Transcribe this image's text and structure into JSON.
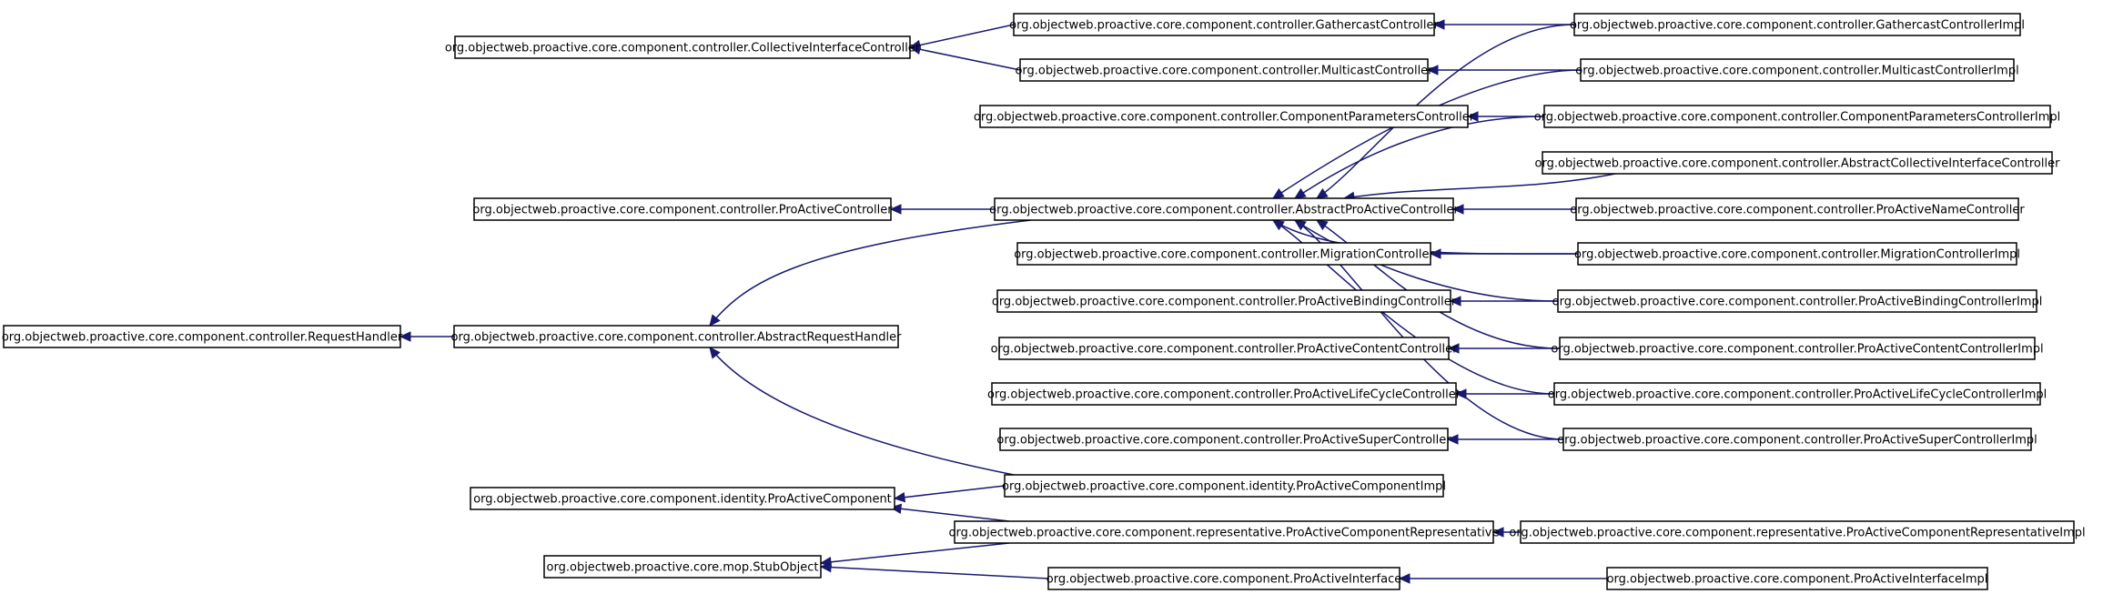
{
  "diagram": {
    "nodes": [
      {
        "id": "request_handler",
        "label": "org.objectweb.proactive.core.component.controller.RequestHandler"
      },
      {
        "id": "abstract_request_handler",
        "label": "org.objectweb.proactive.core.component.controller.AbstractRequestHandler"
      },
      {
        "id": "collective_interface_controller",
        "label": "org.objectweb.proactive.core.component.controller.CollectiveInterfaceController"
      },
      {
        "id": "proactive_controller",
        "label": "org.objectweb.proactive.core.component.controller.ProActiveController"
      },
      {
        "id": "proactive_component",
        "label": "org.objectweb.proactive.core.component.identity.ProActiveComponent"
      },
      {
        "id": "stub_object",
        "label": "org.objectweb.proactive.core.mop.StubObject"
      },
      {
        "id": "gathercast_controller",
        "label": "org.objectweb.proactive.core.component.controller.GathercastController"
      },
      {
        "id": "multicast_controller",
        "label": "org.objectweb.proactive.core.component.controller.MulticastController"
      },
      {
        "id": "component_parameters_controller",
        "label": "org.objectweb.proactive.core.component.controller.ComponentParametersController"
      },
      {
        "id": "abstract_proactive_controller",
        "label": "org.objectweb.proactive.core.component.controller.AbstractProActiveController"
      },
      {
        "id": "migration_controller",
        "label": "org.objectweb.proactive.core.component.controller.MigrationController"
      },
      {
        "id": "proactive_binding_controller",
        "label": "org.objectweb.proactive.core.component.controller.ProActiveBindingController"
      },
      {
        "id": "proactive_content_controller",
        "label": "org.objectweb.proactive.core.component.controller.ProActiveContentController"
      },
      {
        "id": "proactive_lifecycle_controller",
        "label": "org.objectweb.proactive.core.component.controller.ProActiveLifeCycleController"
      },
      {
        "id": "proactive_super_controller",
        "label": "org.objectweb.proactive.core.component.controller.ProActiveSuperController"
      },
      {
        "id": "proactive_component_impl",
        "label": "org.objectweb.proactive.core.component.identity.ProActiveComponentImpl"
      },
      {
        "id": "proactive_component_representative",
        "label": "org.objectweb.proactive.core.component.representative.ProActiveComponentRepresentative"
      },
      {
        "id": "proactive_interface",
        "label": "org.objectweb.proactive.core.component.ProActiveInterface"
      },
      {
        "id": "gathercast_controller_impl",
        "label": "org.objectweb.proactive.core.component.controller.GathercastControllerImpl"
      },
      {
        "id": "multicast_controller_impl",
        "label": "org.objectweb.proactive.core.component.controller.MulticastControllerImpl"
      },
      {
        "id": "component_parameters_controller_impl",
        "label": "org.objectweb.proactive.core.component.controller.ComponentParametersControllerImpl"
      },
      {
        "id": "abstract_collective_interface_controller",
        "label": "org.objectweb.proactive.core.component.controller.AbstractCollectiveInterfaceController"
      },
      {
        "id": "proactive_name_controller",
        "label": "org.objectweb.proactive.core.component.controller.ProActiveNameController"
      },
      {
        "id": "migration_controller_impl",
        "label": "org.objectweb.proactive.core.component.controller.MigrationControllerImpl"
      },
      {
        "id": "proactive_binding_controller_impl",
        "label": "org.objectweb.proactive.core.component.controller.ProActiveBindingControllerImpl"
      },
      {
        "id": "proactive_content_controller_impl",
        "label": "org.objectweb.proactive.core.component.controller.ProActiveContentControllerImpl"
      },
      {
        "id": "proactive_lifecycle_controller_impl",
        "label": "org.objectweb.proactive.core.component.controller.ProActiveLifeCycleControllerImpl"
      },
      {
        "id": "proactive_super_controller_impl",
        "label": "org.objectweb.proactive.core.component.controller.ProActiveSuperControllerImpl"
      },
      {
        "id": "proactive_component_representative_impl",
        "label": "org.objectweb.proactive.core.component.representative.ProActiveComponentRepresentativeImpl"
      },
      {
        "id": "proactive_interface_impl",
        "label": "org.objectweb.proactive.core.component.ProActiveInterfaceImpl"
      }
    ],
    "edges": [
      {
        "from": "abstract_request_handler",
        "to": "request_handler"
      },
      {
        "from": "gathercast_controller",
        "to": "collective_interface_controller"
      },
      {
        "from": "multicast_controller",
        "to": "collective_interface_controller"
      },
      {
        "from": "abstract_proactive_controller",
        "to": "proactive_controller"
      },
      {
        "from": "abstract_proactive_controller",
        "to": "abstract_request_handler"
      },
      {
        "from": "proactive_component_impl",
        "to": "abstract_request_handler"
      },
      {
        "from": "proactive_component_impl",
        "to": "proactive_component"
      },
      {
        "from": "proactive_component_representative",
        "to": "proactive_component"
      },
      {
        "from": "proactive_component_representative",
        "to": "stub_object"
      },
      {
        "from": "proactive_interface",
        "to": "stub_object"
      },
      {
        "from": "gathercast_controller_impl",
        "to": "gathercast_controller"
      },
      {
        "from": "gathercast_controller_impl",
        "to": "abstract_proactive_controller"
      },
      {
        "from": "multicast_controller_impl",
        "to": "multicast_controller"
      },
      {
        "from": "multicast_controller_impl",
        "to": "abstract_proactive_controller"
      },
      {
        "from": "component_parameters_controller_impl",
        "to": "component_parameters_controller"
      },
      {
        "from": "component_parameters_controller_impl",
        "to": "abstract_proactive_controller"
      },
      {
        "from": "abstract_collective_interface_controller",
        "to": "abstract_proactive_controller"
      },
      {
        "from": "proactive_name_controller",
        "to": "abstract_proactive_controller"
      },
      {
        "from": "migration_controller_impl",
        "to": "migration_controller"
      },
      {
        "from": "migration_controller_impl",
        "to": "abstract_proactive_controller"
      },
      {
        "from": "proactive_binding_controller_impl",
        "to": "proactive_binding_controller"
      },
      {
        "from": "proactive_binding_controller_impl",
        "to": "abstract_proactive_controller"
      },
      {
        "from": "proactive_content_controller_impl",
        "to": "proactive_content_controller"
      },
      {
        "from": "proactive_content_controller_impl",
        "to": "abstract_proactive_controller"
      },
      {
        "from": "proactive_lifecycle_controller_impl",
        "to": "proactive_lifecycle_controller"
      },
      {
        "from": "proactive_lifecycle_controller_impl",
        "to": "abstract_proactive_controller"
      },
      {
        "from": "proactive_super_controller_impl",
        "to": "proactive_super_controller"
      },
      {
        "from": "proactive_super_controller_impl",
        "to": "abstract_proactive_controller"
      },
      {
        "from": "proactive_component_representative_impl",
        "to": "proactive_component_representative"
      },
      {
        "from": "proactive_interface_impl",
        "to": "proactive_interface"
      }
    ],
    "colors": {
      "edge": "#191970",
      "node_border": "#000000",
      "node_fill": "#ffffff",
      "text": "#000000"
    }
  }
}
